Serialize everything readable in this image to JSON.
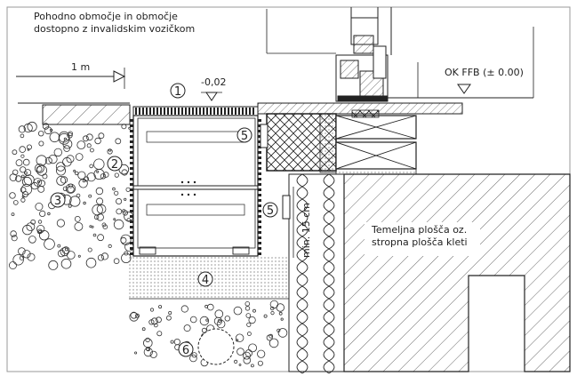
{
  "annotations": {
    "access_area_line1": "Pohodno območje in območje",
    "access_area_line2": "dostopno z invalidskim vozičkom",
    "distance": "1 m",
    "level": "-0,02",
    "ok_ffb": "OK FFB (± 0.00)",
    "min_height": "min. 15 cm",
    "slab_line1": "Temeljna plošča oz.",
    "slab_line2": "stropna plošča kleti"
  },
  "callouts": [
    "1",
    "2",
    "3",
    "4",
    "5",
    "5",
    "6"
  ]
}
